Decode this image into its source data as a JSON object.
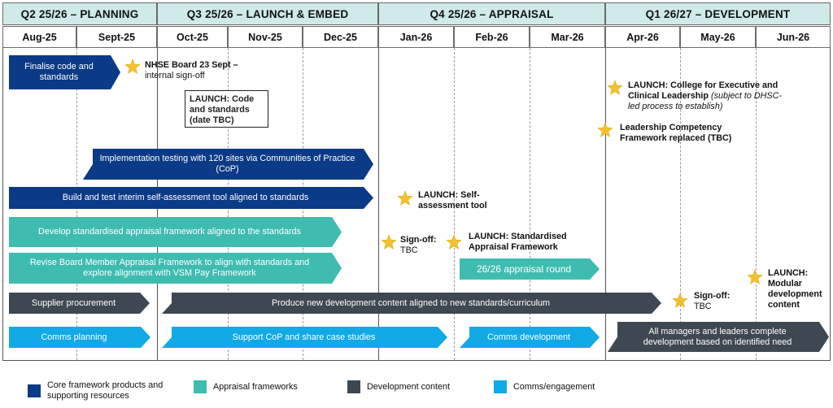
{
  "quarters": [
    {
      "label": "Q2 25/26 – PLANNING"
    },
    {
      "label": "Q3 25/26 – LAUNCH & EMBED"
    },
    {
      "label": "Q4 25/26 – APPRAISAL"
    },
    {
      "label": "Q1 26/27 – DEVELOPMENT"
    }
  ],
  "months": [
    "Aug-25",
    "Sept-25",
    "Oct-25",
    "Nov-25",
    "Dec-25",
    "Jan-26",
    "Feb-26",
    "Mar-26",
    "Apr-26",
    "May-26",
    "Jun-26"
  ],
  "colors": {
    "core": "#0b3a86",
    "appraisal": "#3fbcb0",
    "development": "#3d4852",
    "comms": "#11a9e6",
    "header_fill": "#cfeae8",
    "milestone_star": "#f2c12e"
  },
  "bars": [
    {
      "label": "Finalise code and standards",
      "category": "core"
    },
    {
      "label": "Implementation testing with 120 sites via Communities of Practice (CoP)",
      "category": "core"
    },
    {
      "label": "Build and test interim self-assessment tool aligned to standards",
      "category": "core"
    },
    {
      "label": "Develop standardised appraisal framework aligned to the standards",
      "category": "appraisal"
    },
    {
      "label": "Revise Board Member Appraisal Framework to align with standards and explore alignment with VSM Pay Framework",
      "category": "appraisal"
    },
    {
      "label": "26/26 appraisal round",
      "category": "appraisal"
    },
    {
      "label": "Supplier procurement",
      "category": "development"
    },
    {
      "label": "Produce new development content aligned to new standards/curriculum",
      "category": "development"
    },
    {
      "label": "All managers and leaders complete development based on identified need",
      "category": "development"
    },
    {
      "label": "Comms planning",
      "category": "comms"
    },
    {
      "label": "Support CoP and share case studies",
      "category": "comms"
    },
    {
      "label": "Comms development",
      "category": "comms"
    }
  ],
  "milestones": [
    {
      "bold": "NHSE Board 23 Sept –",
      "rest": "internal sign-off",
      "icon": "star-icon"
    },
    {
      "bold": "LAUNCH:  Code and standards (date TBC)",
      "icon": "none"
    },
    {
      "bold": "LAUNCH:  College for Executive and Clinical Leadership",
      "italic": "(subject to DHSC-led process to establish)",
      "icon": "star-icon"
    },
    {
      "bold": "Leadership Competency Framework replaced (TBC)",
      "icon": "star-icon"
    },
    {
      "bold": "LAUNCH:  Self-assessment tool",
      "icon": "star-icon"
    },
    {
      "bold": "Sign-off:",
      "rest": "TBC",
      "icon": "star-icon"
    },
    {
      "bold": "LAUNCH:  Standardised Appraisal Framework",
      "icon": "star-icon"
    },
    {
      "bold": "Sign-off:",
      "rest": "TBC",
      "icon": "star-icon"
    },
    {
      "bold": "LAUNCH: Modular development content",
      "icon": "star-icon"
    }
  ],
  "legend": [
    {
      "label": "Core framework products and supporting resources",
      "category": "core"
    },
    {
      "label": "Appraisal frameworks",
      "category": "appraisal"
    },
    {
      "label": "Development content",
      "category": "development"
    },
    {
      "label": "Comms/engagement",
      "category": "comms"
    }
  ]
}
